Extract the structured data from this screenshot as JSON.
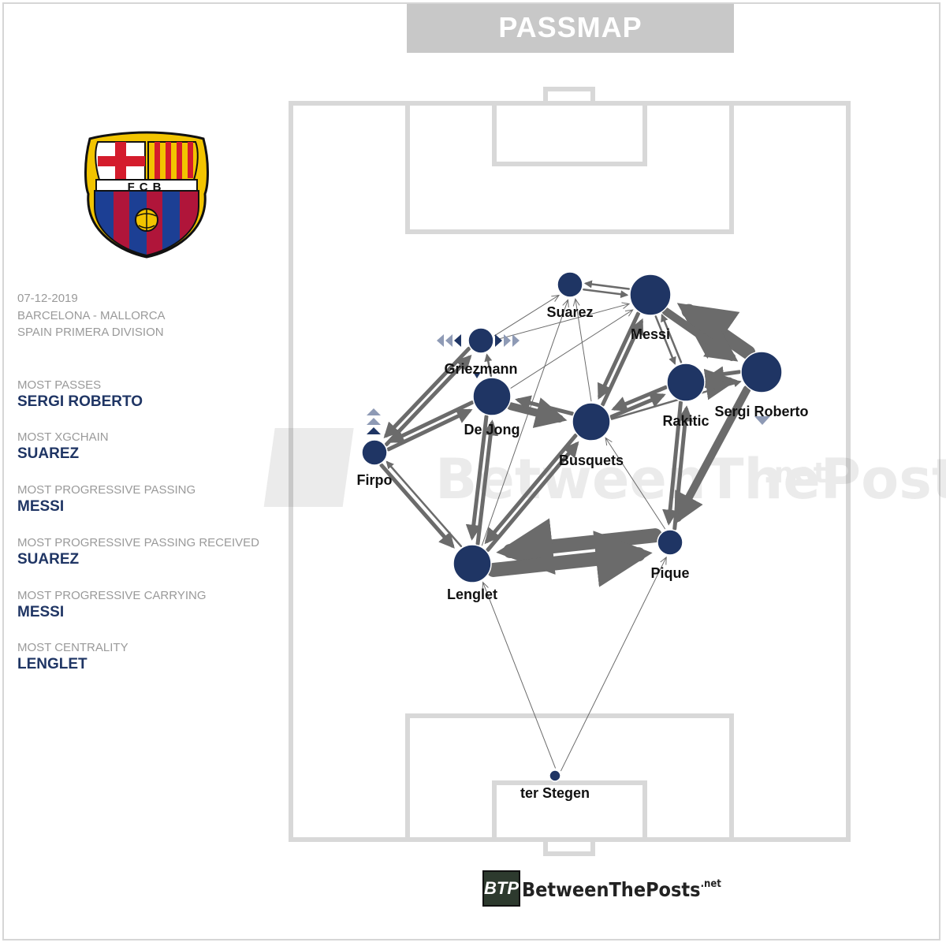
{
  "title": "PASSMAP",
  "match": {
    "date": "07-12-2019",
    "fixture": "BARCELONA - MALLORCA",
    "competition": "SPAIN PRIMERA DIVISION"
  },
  "crest_text": "FCB",
  "stats": [
    {
      "label": "MOST PASSES",
      "value": "SERGI ROBERTO"
    },
    {
      "label": "MOST XGCHAIN",
      "value": "SUAREZ"
    },
    {
      "label": "MOST PROGRESSIVE PASSING",
      "value": "MESSI"
    },
    {
      "label": "MOST PROGRESSIVE PASSING RECEIVED",
      "value": "SUAREZ"
    },
    {
      "label": "MOST PROGRESSIVE CARRYING",
      "value": "MESSI"
    },
    {
      "label": "MOST CENTRALITY",
      "value": "LENGLET"
    }
  ],
  "colors": {
    "node": "#1f3564",
    "edge": "#6b6b6b",
    "pitch_line": "#d8d8d8",
    "title_bg": "#c8c8c8",
    "marker": "#8e9ab5"
  },
  "players": [
    {
      "id": "suarez",
      "name": "Suarez",
      "size": "small"
    },
    {
      "id": "messi",
      "name": "Messi",
      "size": "large"
    },
    {
      "id": "griezmann",
      "name": "Griezmann",
      "size": "small"
    },
    {
      "id": "dejong",
      "name": "De Jong",
      "size": "medium"
    },
    {
      "id": "rakitic",
      "name": "Rakitic",
      "size": "medium"
    },
    {
      "id": "sergiroberto",
      "name": "Sergi Roberto",
      "size": "large"
    },
    {
      "id": "busquets",
      "name": "Busquets",
      "size": "medium"
    },
    {
      "id": "firpo",
      "name": "Firpo",
      "size": "small"
    },
    {
      "id": "pique",
      "name": "Pique",
      "size": "small"
    },
    {
      "id": "lenglet",
      "name": "Lenglet",
      "size": "medium"
    },
    {
      "id": "terstegen",
      "name": "ter Stegen",
      "size": "tiny"
    }
  ],
  "passes": [
    {
      "from": "sergiroberto",
      "to": "messi",
      "weight": "very-heavy"
    },
    {
      "from": "messi",
      "to": "sergiroberto",
      "weight": "heavy"
    },
    {
      "from": "sergiroberto",
      "to": "pique",
      "weight": "heavy"
    },
    {
      "from": "pique",
      "to": "lenglet",
      "weight": "very-heavy"
    },
    {
      "from": "lenglet",
      "to": "pique",
      "weight": "very-heavy"
    },
    {
      "from": "dejong",
      "to": "busquets",
      "weight": "heavy"
    },
    {
      "from": "busquets",
      "to": "dejong",
      "weight": "medium"
    },
    {
      "from": "lenglet",
      "to": "dejong",
      "weight": "medium"
    },
    {
      "from": "dejong",
      "to": "lenglet",
      "weight": "medium"
    },
    {
      "from": "lenglet",
      "to": "busquets",
      "weight": "medium"
    },
    {
      "from": "busquets",
      "to": "lenglet",
      "weight": "medium"
    },
    {
      "from": "firpo",
      "to": "lenglet",
      "weight": "medium"
    },
    {
      "from": "lenglet",
      "to": "firpo",
      "weight": "light"
    },
    {
      "from": "firpo",
      "to": "griezmann",
      "weight": "medium"
    },
    {
      "from": "griezmann",
      "to": "firpo",
      "weight": "medium"
    },
    {
      "from": "firpo",
      "to": "dejong",
      "weight": "medium"
    },
    {
      "from": "dejong",
      "to": "firpo",
      "weight": "medium"
    },
    {
      "from": "dejong",
      "to": "griezmann",
      "weight": "light"
    },
    {
      "from": "busquets",
      "to": "messi",
      "weight": "medium"
    },
    {
      "from": "messi",
      "to": "busquets",
      "weight": "medium"
    },
    {
      "from": "busquets",
      "to": "rakitic",
      "weight": "medium"
    },
    {
      "from": "rakitic",
      "to": "busquets",
      "weight": "medium"
    },
    {
      "from": "rakitic",
      "to": "sergiroberto",
      "weight": "heavy"
    },
    {
      "from": "sergiroberto",
      "to": "rakitic",
      "weight": "medium"
    },
    {
      "from": "rakitic",
      "to": "messi",
      "weight": "light"
    },
    {
      "from": "messi",
      "to": "rakitic",
      "weight": "light"
    },
    {
      "from": "rakitic",
      "to": "pique",
      "weight": "medium"
    },
    {
      "from": "pique",
      "to": "rakitic",
      "weight": "medium"
    },
    {
      "from": "messi",
      "to": "suarez",
      "weight": "light"
    },
    {
      "from": "suarez",
      "to": "messi",
      "weight": "light"
    },
    {
      "from": "dejong",
      "to": "messi",
      "weight": "thin"
    },
    {
      "from": "griezmann",
      "to": "messi",
      "weight": "thin"
    },
    {
      "from": "busquets",
      "to": "suarez",
      "weight": "thin"
    },
    {
      "from": "griezmann",
      "to": "suarez",
      "weight": "thin"
    },
    {
      "from": "lenglet",
      "to": "suarez",
      "weight": "thin"
    },
    {
      "from": "pique",
      "to": "busquets",
      "weight": "thin"
    },
    {
      "from": "busquets",
      "to": "sergiroberto",
      "weight": "light"
    },
    {
      "from": "terstegen",
      "to": "lenglet",
      "weight": "thin"
    },
    {
      "from": "terstegen",
      "to": "pique",
      "weight": "thin"
    }
  ],
  "footer": {
    "logo_mark": "BTP",
    "brand": "BetweenThePosts",
    "suffix": ".net"
  }
}
